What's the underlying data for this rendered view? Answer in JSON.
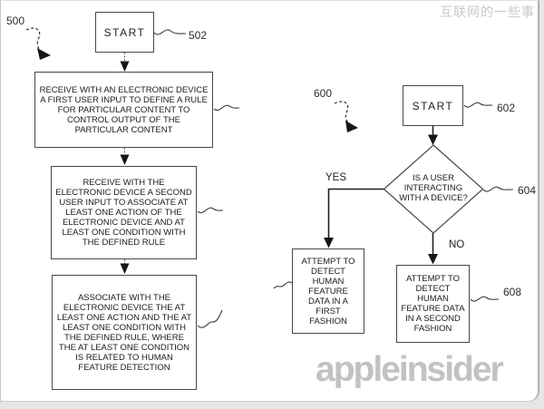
{
  "page": {
    "watermark_zh": "互联网的一些事",
    "watermark_brand": "appleinsider"
  },
  "fig500": {
    "label": "500",
    "start": "START",
    "ref_start": "502",
    "box1": "RECEIVE WITH AN ELECTRONIC DEVICE\nA FIRST USER INPUT TO DEFINE A RULE\nFOR PARTICULAR CONTENT TO\nCONTROL OUTPUT OF THE\nPARTICULAR CONTENT",
    "box2": "RECEIVE WITH THE\nELECTRONIC DEVICE A SECOND\nUSER INPUT TO ASSOCIATE AT\nLEAST ONE ACTION OF THE\nELECTRONIC DEVICE AND AT\nLEAST ONE CONDITION WITH\nTHE DEFINED RULE",
    "box3": "ASSOCIATE WITH THE\nELECTRONIC DEVICE THE AT\nLEAST ONE ACTION AND THE AT\nLEAST ONE CONDITION WITH\nTHE DEFINED RULE, WHERE\nTHE AT LEAST ONE CONDITION\nIS RELATED TO HUMAN\nFEATURE DETECTION"
  },
  "fig600": {
    "label": "600",
    "start": "START",
    "ref_start": "602",
    "decision": "IS A USER\nINTERACTING\nWITH A DEVICE?",
    "ref_decision": "604",
    "yes": "YES",
    "no": "NO",
    "yes_box": "ATTEMPT TO\nDETECT\nHUMAN\nFEATURE\nDATA IN A\nFIRST\nFASHION",
    "no_box": "ATTEMPT TO\nDETECT\nHUMAN\nFEATURE DATA\nIN A SECOND\nFASHION",
    "ref_no_box": "608"
  }
}
